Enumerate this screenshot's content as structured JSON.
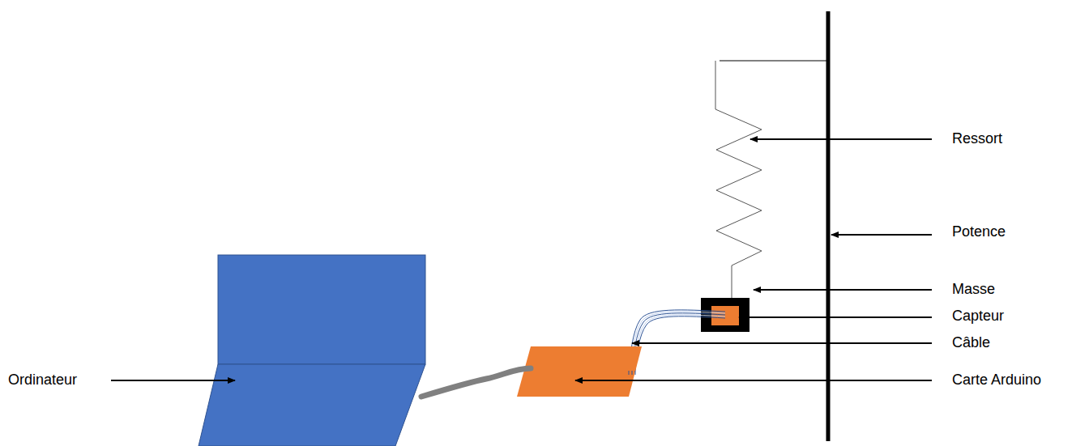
{
  "diagram": {
    "labels": [
      "Ressort",
      "Potence",
      "Masse",
      "Capteur",
      "Câble",
      "Carte Arduino",
      "Ordinateur"
    ]
  }
}
